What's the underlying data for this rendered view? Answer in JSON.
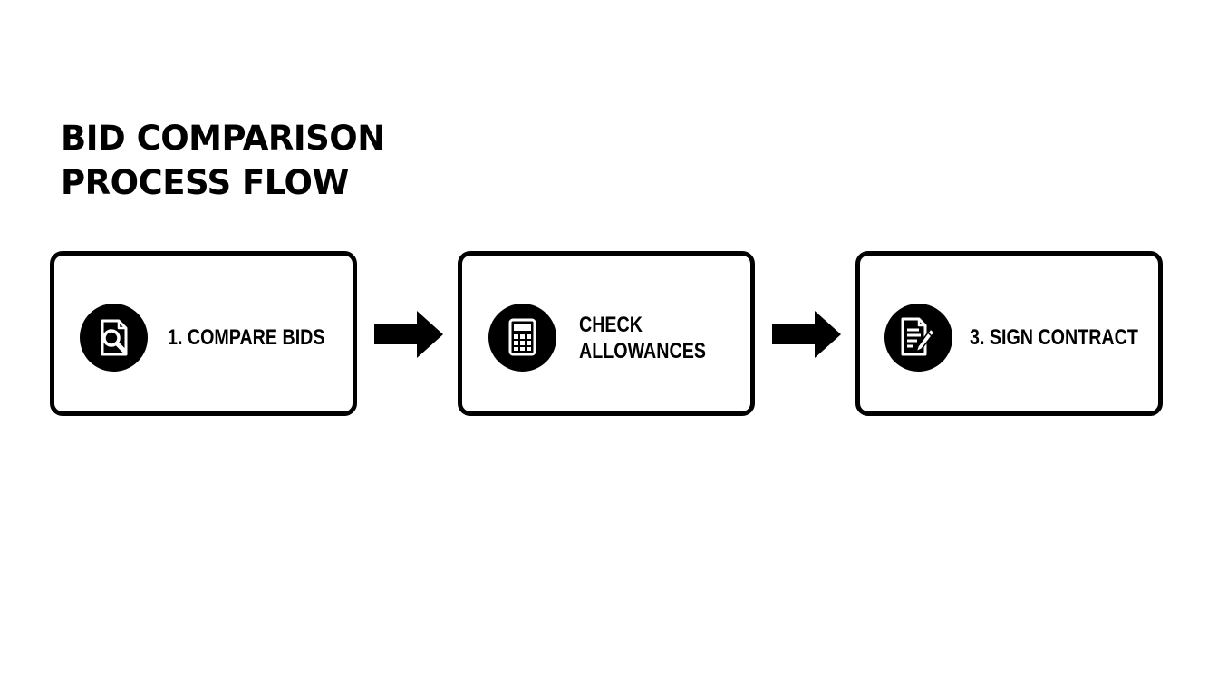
{
  "title": {
    "line1": "BID COMPARISON",
    "line2": "PROCESS FLOW"
  },
  "steps": [
    {
      "label_lines": [
        "1. COMPARE BIDS"
      ],
      "icon": "document-search-icon"
    },
    {
      "label_lines": [
        "CHECK",
        "ALLOWANCES"
      ],
      "icon": "calculator-icon"
    },
    {
      "label_lines": [
        "3. SIGN CONTRACT"
      ],
      "icon": "contract-sign-icon"
    }
  ],
  "connectors": [
    "arrow-right-icon",
    "arrow-right-icon"
  ],
  "colors": {
    "background": "#ffffff",
    "foreground": "#000000"
  }
}
